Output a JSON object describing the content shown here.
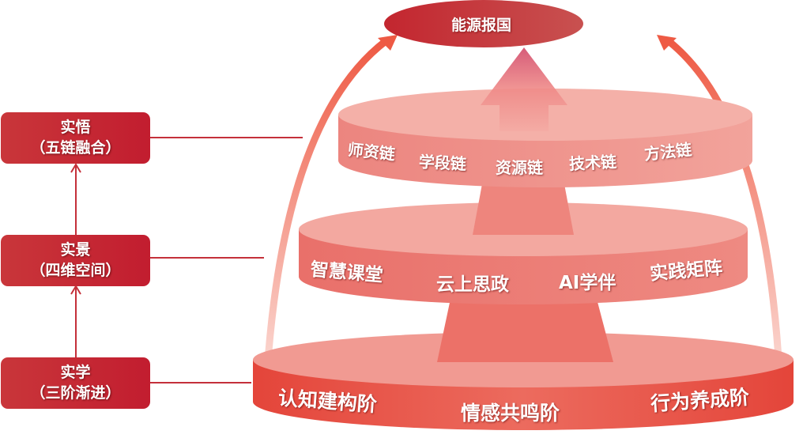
{
  "top_goal": "能源报国",
  "levels": [
    {
      "title": "实悟",
      "subtitle": "（五链融合）",
      "items": [
        "师资链",
        "学段链",
        "资源链",
        "技术链",
        "方法链"
      ]
    },
    {
      "title": "实景",
      "subtitle": "（四维空间）",
      "items": [
        "智慧课堂",
        "云上思政",
        "AI学伴",
        "实践矩阵"
      ]
    },
    {
      "title": "实学",
      "subtitle": "（三阶渐进）",
      "items": [
        "认知建构阶",
        "情感共鸣阶",
        "行为养成阶"
      ]
    }
  ],
  "colors": {
    "box": "#c4262e",
    "goal": "#c0353a",
    "tier": "#ef8a80",
    "base": "#e5473a"
  }
}
